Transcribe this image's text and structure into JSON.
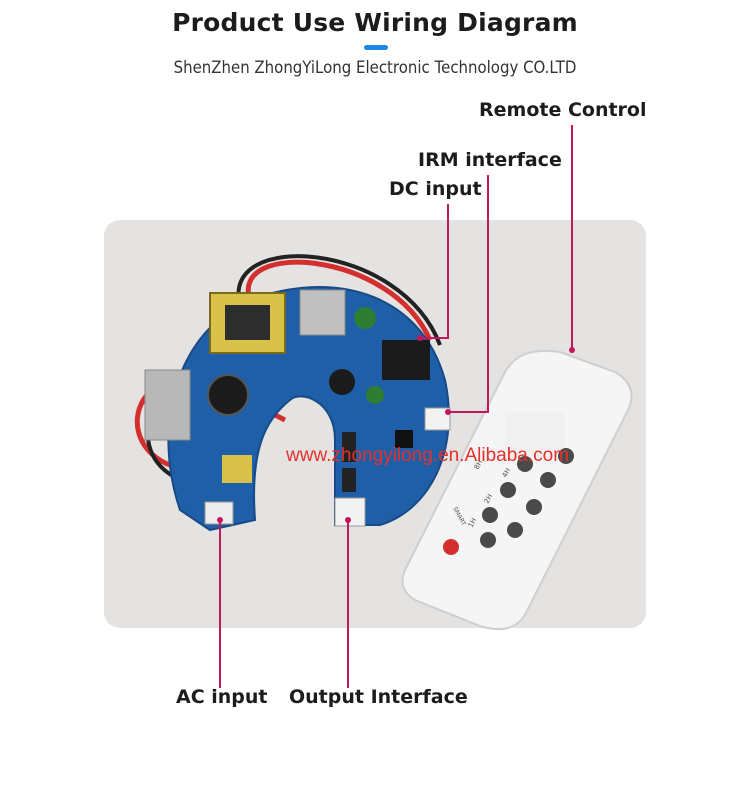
{
  "header": {
    "title": "Product Use Wiring Diagram",
    "subtitle": "ShenZhen ZhongYiLong Electronic Technology CO.LTD"
  },
  "labels": {
    "remote_control": "Remote Control",
    "irm_interface": "IRM interface",
    "dc_input": "DC input",
    "ac_input": "AC input",
    "output_interface": "Output Interface"
  },
  "watermark": "www.zhongyilong.en.Alibaba.com",
  "remote_buttons": [
    "8H",
    "4H",
    "2H",
    "1H",
    "SMART"
  ],
  "colors": {
    "leader_line": "#c2185b",
    "board": "#1f5fa8",
    "accent": "#1e88e5",
    "watermark": "#e4312b"
  }
}
